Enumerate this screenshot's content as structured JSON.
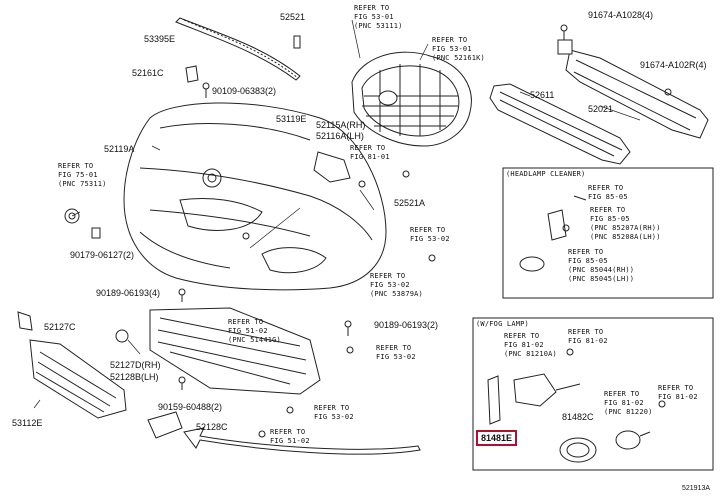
{
  "parts": {
    "p53395E": "53395E",
    "p52521": "52521",
    "p52161C": "52161C",
    "p90109": "90109-06383(2)",
    "p53119E": "53119E",
    "p52119A": "52119A",
    "p52115A": "52115A(RH)",
    "p52116A": "52116A(LH)",
    "p52521A": "52521A",
    "p90179": "90179-06127(2)",
    "p90189a": "90189-06193(4)",
    "p90189b": "90189-06193(2)",
    "p52127C": "52127C",
    "p52127D": "52127D(RH)",
    "p52128B": "52128B(LH)",
    "p53112E": "53112E",
    "p90159": "90159-60488(2)",
    "p52128C": "52128C",
    "p52611": "52611",
    "p52021": "52021",
    "p91674a": "91674-A1028(4)",
    "p91674b": "91674-A102R(4)",
    "p81482C": "81482C",
    "p81481E": "81481E"
  },
  "refs": {
    "r1": "REFER TO\nFIG 53-01\n(PNC 53111)",
    "r2": "REFER TO\nFIG 53-01\n(PNC 52161K)",
    "r3": "REFER TO\nFIG 75-01\n(PNC 75311)",
    "r4": "REFER TO\nFIG 81-01",
    "r5": "REFER TO\nFIG 53-02",
    "r6": "REFER TO\nFIG 53-02\n(PNC 53879A)",
    "r7": "REFER TO\nFIG 51-02\n(PNC 51441G)",
    "r8": "REFER TO\nFIG 53-02",
    "r9": "REFER TO\nFIG 53-02",
    "r10": "REFER TO\nFIG 51-02",
    "r11": "REFER TO\nFIG 85-05",
    "r12": "REFER TO\nFIG 85-05\n(PNC 85207A(RH))\n(PNC 85208A(LH))",
    "r13": "REFER TO\nFIG 85-05\n(PNC 85044(RH))\n(PNC 85045(LH))",
    "r14": "REFER TO\nFIG 81-02\n(PNC 81210A)",
    "r15": "REFER TO\nFIG 81-02",
    "r16": "REFER TO\nFIG 81-02\n(PNC 81220)",
    "r17": "REFER TO\nFIG 81-02"
  },
  "sections": {
    "headlamp_cleaner": "(HEADLAMP CLEANER)",
    "fog_lamp": "(W/FOG LAMP)"
  },
  "footer": {
    "code": "521913A"
  },
  "highlight_color": "#b01030"
}
